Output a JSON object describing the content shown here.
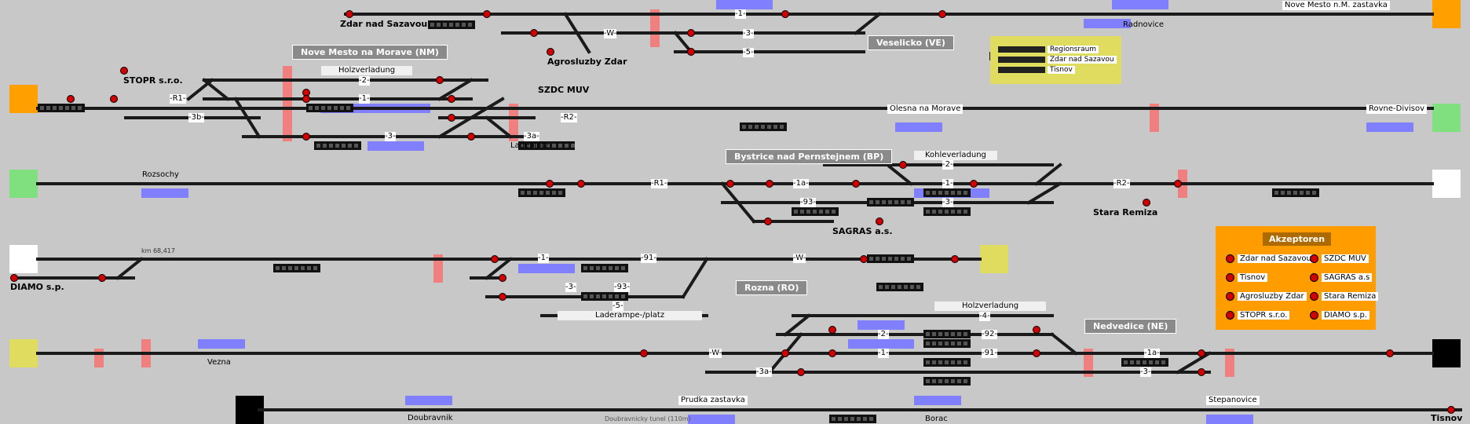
{
  "stations": {
    "nm": "Nove Mesto na Morave (NM)",
    "ve": "Veselicko (VE)",
    "bp": "Bystrice nad Pernstejnem (BP)",
    "ro": "Rozna (RO)",
    "ne": "Nedvedice (NE)"
  },
  "places": {
    "zdar": "Zdar nad Sazavou",
    "agro": "Agrosluzby Zdar",
    "stopr": "STOPR s.r.o.",
    "szdc": "SZDC MUV",
    "sagras": "SAGRAS a.s.",
    "stara": "Stara Remiza",
    "diamo": "DIAMO s.p."
  },
  "stops": {
    "radnovice": "Radnovice",
    "nmzast": "Nove Mesto n.M. zastavka",
    "olesna": "Olesna na Morave",
    "rovne": "Rovne-Divisov",
    "rozsochy": "Rozsochy",
    "vezna": "Vezna",
    "doubravnik": "Doubravnik",
    "tunnel": "Doubravnicky tunel (110m)",
    "prudka": "Prudka zastavka",
    "borac": "Borac",
    "stepanovice": "Stepanovice",
    "tisnov": "Tisnov"
  },
  "misc": {
    "holz_nm": "Holzverladung",
    "ladeplatz": "Ladeplatz",
    "kohle": "Kohleverladung",
    "laderampe": "Laderampe-/platz",
    "holz_ne": "Holzverladung",
    "km": "km 68,417"
  },
  "tracklabels": {
    "t_1_ve": "-1-",
    "t_3_ve": "-3-",
    "t_5_ve": "-5-",
    "t_w_ve": "-W-",
    "t_r1_nm": "-R1-",
    "t_2_nm": "-2-",
    "t_1_nm": "-1-",
    "t_3_nm": "-3-",
    "t_3b_nm": "-3b-",
    "t_r2_nm": "-R2-",
    "t_3a_nm": "-3a-",
    "t_r1_bp": "-R1-",
    "t_1a_bp": "-1a-",
    "t_93_bp": "-93-",
    "t_2_bp": "-2-",
    "t_1_bp": "-1-",
    "t_3_bp": "-3-",
    "t_r2_bp": "-R2-",
    "t_1_ro": "-1-",
    "t_91_ro": "-91-",
    "t_93_ro": "-93-",
    "t_5_ro": "-5-",
    "t_3_ro": "-3-",
    "t_w_ro": "-W-",
    "t_w_ne": "-W-",
    "t_3a_ne": "-3a-",
    "t_4_ne": "-4-",
    "t_2_ne": "-2-",
    "t_92_ne": "-92-",
    "t_1_ne": "-1-",
    "t_91_ne": "-91-",
    "t_1a_ne": "-1a-",
    "t_3_ne": "-3-"
  },
  "legend": {
    "items": [
      "Regionsraum",
      "Zdar nad Sazavou",
      "Tisnov"
    ]
  },
  "akzeptoren": {
    "title": "Akzeptoren",
    "left": [
      "Zdar nad Sazavou",
      "Tisnov",
      "Agrosluzby Zdar",
      "STOPR s.r.o."
    ],
    "right": [
      "SZDC MUV",
      "SAGRAS a.s",
      "Stara Remiza",
      "DIAMO s.p."
    ]
  },
  "colors": {
    "background": "#c8c8c8",
    "track": "#1a1a1a",
    "signal": "#d00000",
    "occupied_marker": "#f08080",
    "platform": "#8080ff",
    "exit_orange": "#ffa000",
    "exit_green": "#80e080",
    "exit_yellow": "#e0dc60",
    "exit_black": "#000000",
    "exit_white": "#ffffff"
  }
}
